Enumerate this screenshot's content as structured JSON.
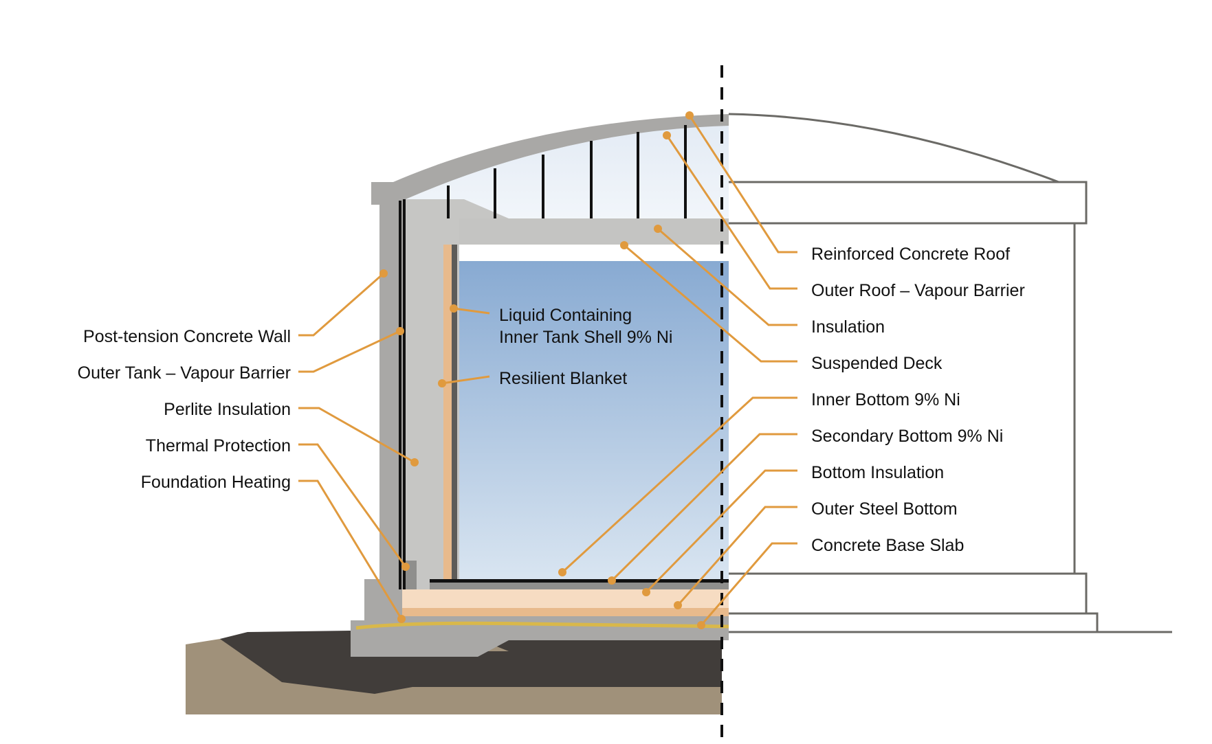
{
  "diagram": {
    "subject": "Full containment LNG storage tank cross-section",
    "colors": {
      "leader": "#E09A3E",
      "concrete": "#A9A8A6",
      "perlite": "#C6C6C4",
      "deck_gray": "#C4C4C2",
      "blanket": "#E8BA8C",
      "inner_shell": "#5D5B58",
      "liquid_top": "#88AAD2",
      "liquid_bottom": "#D9E5F1",
      "vapour_top": "#E2EAF4",
      "vapour_bottom": "#F6F9FC",
      "bottom_insulation_light": "#F6DCC2",
      "bottom_insulation_dark": "#E8BA8C",
      "heating": "#D9B84A",
      "soil_dark": "#413D3A",
      "soil_light": "#A0917A",
      "outline": "#6B6A66",
      "centerline": "#111111"
    },
    "left_labels": [
      {
        "id": "post-tension-concrete-wall",
        "text": "Post-tension Concrete Wall"
      },
      {
        "id": "outer-tank-vapour-barrier",
        "text": "Outer Tank – Vapour Barrier"
      },
      {
        "id": "perlite-insulation",
        "text": "Perlite Insulation"
      },
      {
        "id": "thermal-protection",
        "text": "Thermal Protection"
      },
      {
        "id": "foundation-heating",
        "text": "Foundation Heating"
      }
    ],
    "inner_labels": [
      {
        "id": "inner-tank-shell",
        "line1": "Liquid Containing",
        "line2": "Inner Tank Shell 9% Ni"
      },
      {
        "id": "resilient-blanket",
        "line1": "Resilient Blanket",
        "line2": ""
      }
    ],
    "right_labels": [
      {
        "id": "reinforced-concrete-roof",
        "text": "Reinforced Concrete Roof"
      },
      {
        "id": "outer-roof-vapour-barrier",
        "text": "Outer Roof – Vapour Barrier"
      },
      {
        "id": "insulation",
        "text": "Insulation"
      },
      {
        "id": "suspended-deck",
        "text": "Suspended Deck"
      },
      {
        "id": "inner-bottom",
        "text": "Inner Bottom 9% Ni"
      },
      {
        "id": "secondary-bottom",
        "text": "Secondary Bottom 9% Ni"
      },
      {
        "id": "bottom-insulation",
        "text": "Bottom Insulation"
      },
      {
        "id": "outer-steel-bottom",
        "text": "Outer Steel Bottom"
      },
      {
        "id": "concrete-base-slab",
        "text": "Concrete Base Slab"
      }
    ]
  }
}
